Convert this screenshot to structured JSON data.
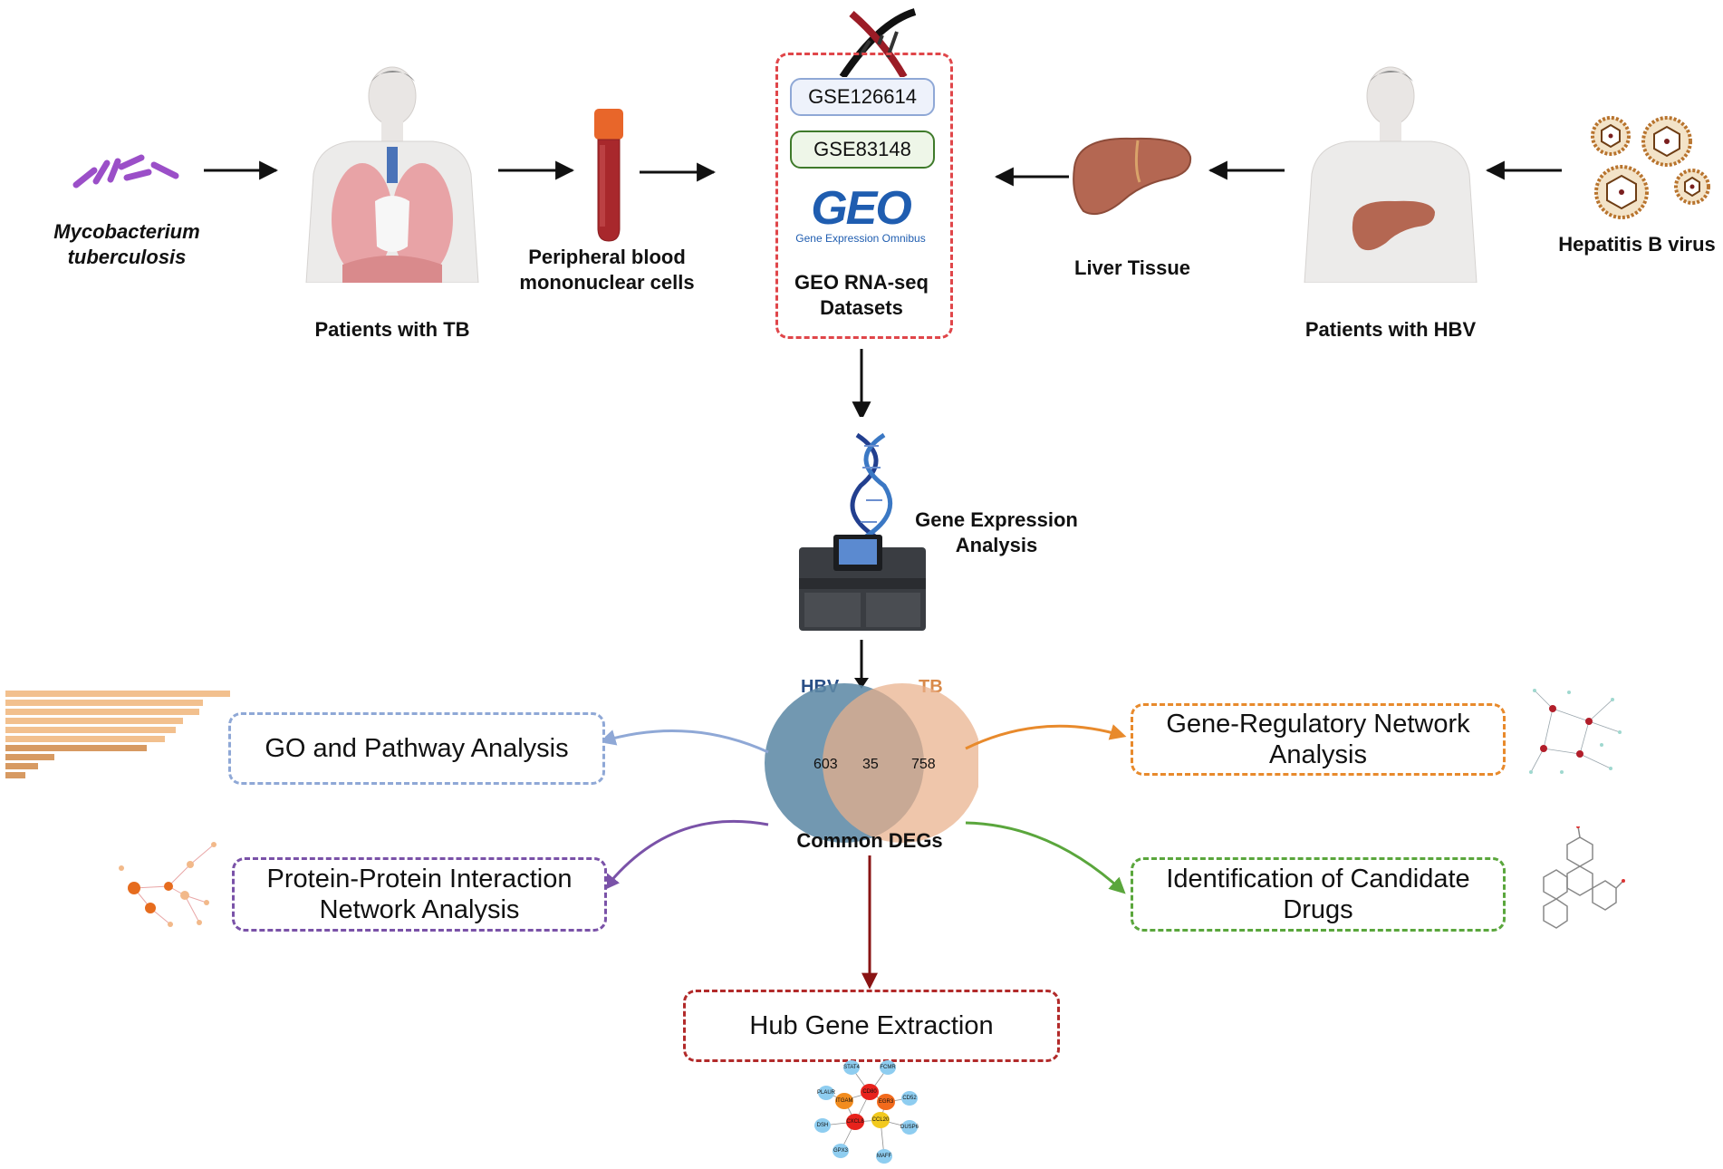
{
  "top_row": {
    "mtb_label": "Mycobacterium tuberculosis",
    "tb_patients_label": "Patients with TB",
    "pbmc_label": "Peripheral blood mononuclear cells",
    "geo_datasets_label": "GEO RNA-seq Datasets",
    "liver_tissue_label": "Liver Tissue",
    "hbv_patients_label": "Patients with HBV",
    "hbv_virus_label": "Hepatitis B virus"
  },
  "geo": {
    "dataset_1": "GSE126614",
    "dataset_2": "GSE83148",
    "logo_text": "GEO",
    "logo_subtitle": "Gene Expression Omnibus"
  },
  "analysis": {
    "gene_expression_label": "Gene Expression Analysis"
  },
  "venn": {
    "left_set": "HBV",
    "right_set": "TB",
    "left_only": "603",
    "overlap": "35",
    "right_only": "758",
    "caption": "Common DEGs"
  },
  "outputs": {
    "go_pathway": "GO and Pathway Analysis",
    "gene_regulatory": "Gene-Regulatory Network Analysis",
    "ppi": "Protein-Protein Interaction Network Analysis",
    "candidate_drugs": "Identification of Candidate Drugs",
    "hub_gene": "Hub Gene Extraction"
  },
  "hub_network_genes": [
    "STAT4",
    "FCMR",
    "PLAUR",
    "ITGAM",
    "CD80",
    "EGR3",
    "CD52",
    "CCL20",
    "DSH",
    "CXCL8",
    "DUSP6",
    "GPX3",
    "MAFF"
  ],
  "colors": {
    "blue_box": "#8fa8d6",
    "orange_box": "#e88a2c",
    "purple_box": "#7a52a8",
    "green_box": "#5aa63c",
    "red_box": "#b22a2a",
    "venn_left": "#5f8aa6",
    "venn_right": "#e9b08a",
    "hbv_label": "#2a4f86",
    "tb_label": "#d98a4a"
  }
}
